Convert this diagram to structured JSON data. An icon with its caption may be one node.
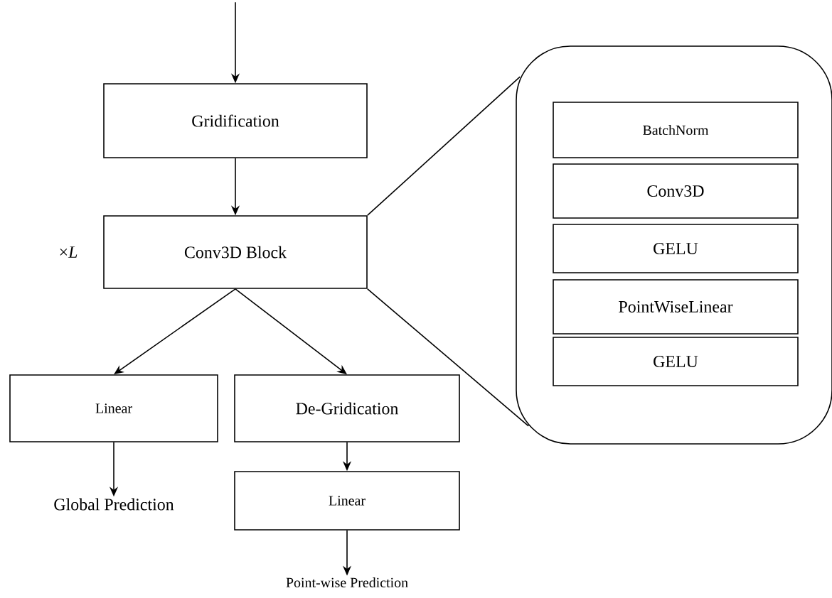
{
  "diagram": {
    "nodes": [
      {
        "text": [
          "Gridification"
        ]
      },
      {
        "text": [
          "Conv3D Block"
        ]
      },
      {
        "text": [
          "Linear"
        ]
      },
      {
        "text": [
          "De-Gridication"
        ]
      },
      {
        "text": [
          "Linear"
        ]
      },
      {
        "text": [
          "Global Prediction"
        ]
      },
      {
        "text": [
          "Point-wise Prediction"
        ]
      },
      {
        "text": [],
        "shape": "box"
      },
      {
        "text": [
          "BatchNorm"
        ],
        "in": 7
      },
      {
        "text": [
          "Conv3D"
        ],
        "in": 7
      },
      {
        "text": [
          "GELU"
        ],
        "in": 7
      },
      {
        "text": [
          "PointWiseLinear"
        ],
        "in": 7
      },
      {
        "text": [
          "GELU"
        ],
        "in": 7
      }
    ],
    "edges": [
      {
        "from": null,
        "to": 0,
        "arrow": "to"
      },
      {
        "from": 0,
        "to": 1,
        "arrow": "to"
      },
      {
        "from": 1,
        "to": 2,
        "arrow": "to"
      },
      {
        "from": 1,
        "to": 3,
        "arrow": "to"
      },
      {
        "from": 2,
        "to": 5,
        "arrow": "to"
      },
      {
        "from": 3,
        "to": 4,
        "arrow": "to"
      },
      {
        "from": 4,
        "to": 6,
        "arrow": "to"
      },
      {
        "from": 1,
        "to": 7,
        "arrow": "none"
      },
      {
        "from": 1,
        "to": 7,
        "arrow": "none"
      }
    ],
    "labels": [
      "×*L*"
    ]
  }
}
